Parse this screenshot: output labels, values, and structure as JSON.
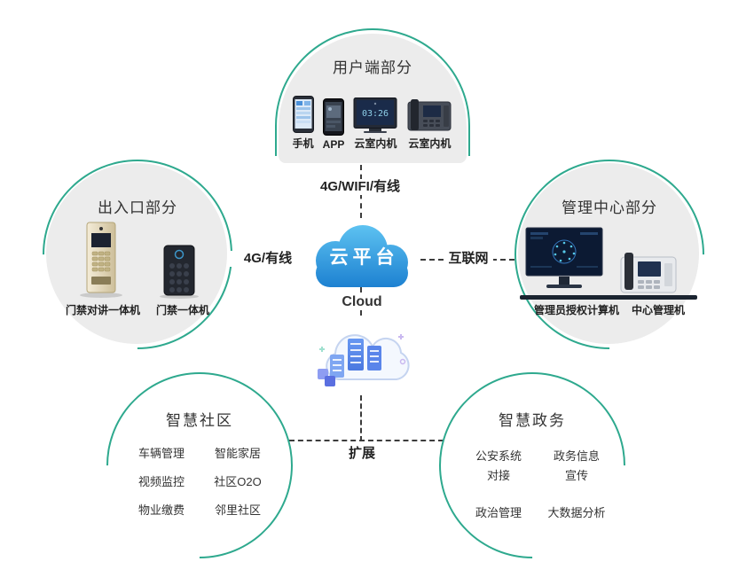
{
  "user_section": {
    "title": "用户端部分",
    "devices": [
      {
        "label": "手机"
      },
      {
        "label": "APP"
      },
      {
        "label": "云室内机",
        "screen_text": "03:26"
      },
      {
        "label": "云室内机"
      }
    ]
  },
  "entrance_section": {
    "title": "出入口部分",
    "devices": [
      {
        "label": "门禁对讲一体机"
      },
      {
        "label": "门禁一体机"
      }
    ]
  },
  "management_section": {
    "title": "管理中心部分",
    "devices": [
      {
        "label": "管理员授权计算机"
      },
      {
        "label": "中心管理机"
      }
    ]
  },
  "cloud": {
    "label": "云平台",
    "sublabel": "Cloud"
  },
  "links": {
    "top": "4G/WIFI/有线",
    "left": "4G/有线",
    "right": "互联网",
    "bottom": "扩展"
  },
  "smart_community": {
    "title": "智慧社区",
    "col1": [
      "车辆管理",
      "视频监控",
      "物业缴费"
    ],
    "col2": [
      "智能家居",
      "社区O2O",
      "邻里社区"
    ]
  },
  "smart_government": {
    "title": "智慧政务",
    "col1": [
      "公安系统\n对接",
      "政治管理"
    ],
    "col2": [
      "政务信息\n宣传",
      "大数据分析"
    ]
  },
  "colors": {
    "accent_teal": "#2ea98e",
    "blob_gray": "#ececec",
    "cloud_blue_top": "#5fc4f2",
    "cloud_blue_bottom": "#1b7fd0",
    "text_dark": "#333333"
  }
}
